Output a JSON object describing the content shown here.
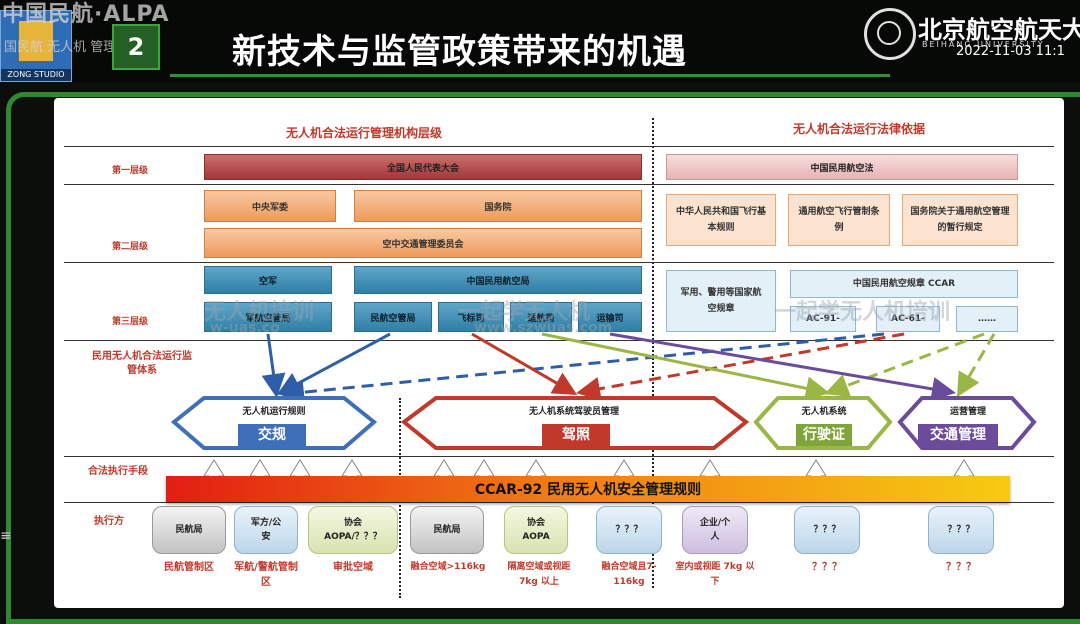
{
  "header": {
    "overlay_brand": "中国民航·ALPA",
    "overlay_sub": "国民航 无人机 管理",
    "logo_caption": "ZONG STUDIO",
    "slide_number": "2",
    "title": "新技术与监管政策带来的机遇",
    "university_name": "北京航空航天大",
    "university_en": "BEIHANG UNIVERSITY",
    "timestamp": "2022-11-03 11:1"
  },
  "diagram": {
    "left_header": "无人机合法运行管理机构层级",
    "right_header": "无人机合法运行法律依据",
    "levels": [
      "第一层级",
      "第二层级",
      "第三层级"
    ],
    "level1": {
      "left": "全国人民代表大会",
      "right": "中国民用航空法"
    },
    "level2": {
      "left_top": [
        "中央军委",
        "国务院"
      ],
      "left_bottom": "空中交通管理委员会",
      "right": [
        "中华人民共和国飞行基本规则",
        "通用航空飞行管制条例",
        "国务院关于通用航空管理的暂行规定"
      ]
    },
    "level3": {
      "army": "空军",
      "army_sub": "军航空管局",
      "caac": "中国民用航空局",
      "caac_subs": [
        "民航空管局",
        "飞标司",
        "适航司",
        "运输司"
      ],
      "mil_police": "军用、警用等国家航空规章",
      "ccar": "中国民用航空规章 CCAR",
      "ccar_subs": [
        "AC-91-",
        "AC-61-",
        "……"
      ]
    },
    "supervision_label": "民用无人机合法运行监管体系",
    "categories": [
      {
        "small": "无人机运行规则",
        "big": "交规"
      },
      {
        "small": "无人机系统驾驶员管理",
        "big": "驾照"
      },
      {
        "small": "无人机系统",
        "big": "行驶证"
      },
      {
        "small": "运营管理",
        "big": "交通管理"
      }
    ],
    "means_label": "合法执行手段",
    "banner": "CCAR-92 民用无人机安全管理规则",
    "executor_label": "执行方",
    "executors": [
      "民航局",
      "军方/公安",
      "协会AOPA/？？？",
      "民航局",
      "协会AOPA",
      "？？？",
      "企业/个人",
      "？？？",
      "？？？"
    ],
    "scopes": [
      "民航管制区",
      "军航/警航管制区",
      "审批空域",
      "融合空域>116kg",
      "隔离空域或视距 7kg 以上",
      "融合空域且7-116kg",
      "室内或视距 7kg 以下",
      "？？？",
      "？？？"
    ],
    "watermarks": [
      "无人机培训",
      "w-uas.co",
      "一起学无人机",
      "www.szwuas.com",
      "一起学无人机培训"
    ]
  },
  "colors": {
    "frame": "#2f8a2f",
    "banner_start": "#e31d12",
    "banner_end": "#f7cb12",
    "hex_blue": "#3f6fb8",
    "hex_red": "#c0392b",
    "hex_green": "#7fa53a",
    "hex_purple": "#6b4c9a"
  },
  "icons": [
    "shield-icon",
    "university-seal-icon"
  ]
}
